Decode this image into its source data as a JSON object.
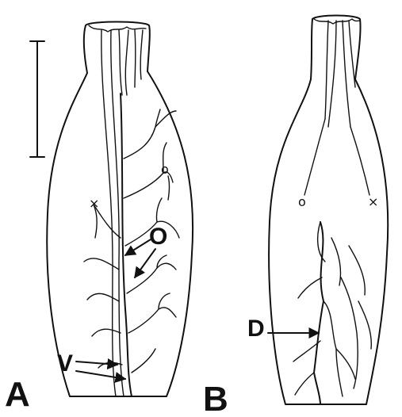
{
  "panels": [
    {
      "letter": "A",
      "labels": {
        "organ": "O",
        "vessel": "V"
      },
      "markers": {
        "x": "×",
        "o": "o"
      }
    },
    {
      "letter": "B",
      "labels": {
        "duct": "D"
      },
      "markers": {
        "x": "×",
        "o": "o"
      }
    }
  ]
}
